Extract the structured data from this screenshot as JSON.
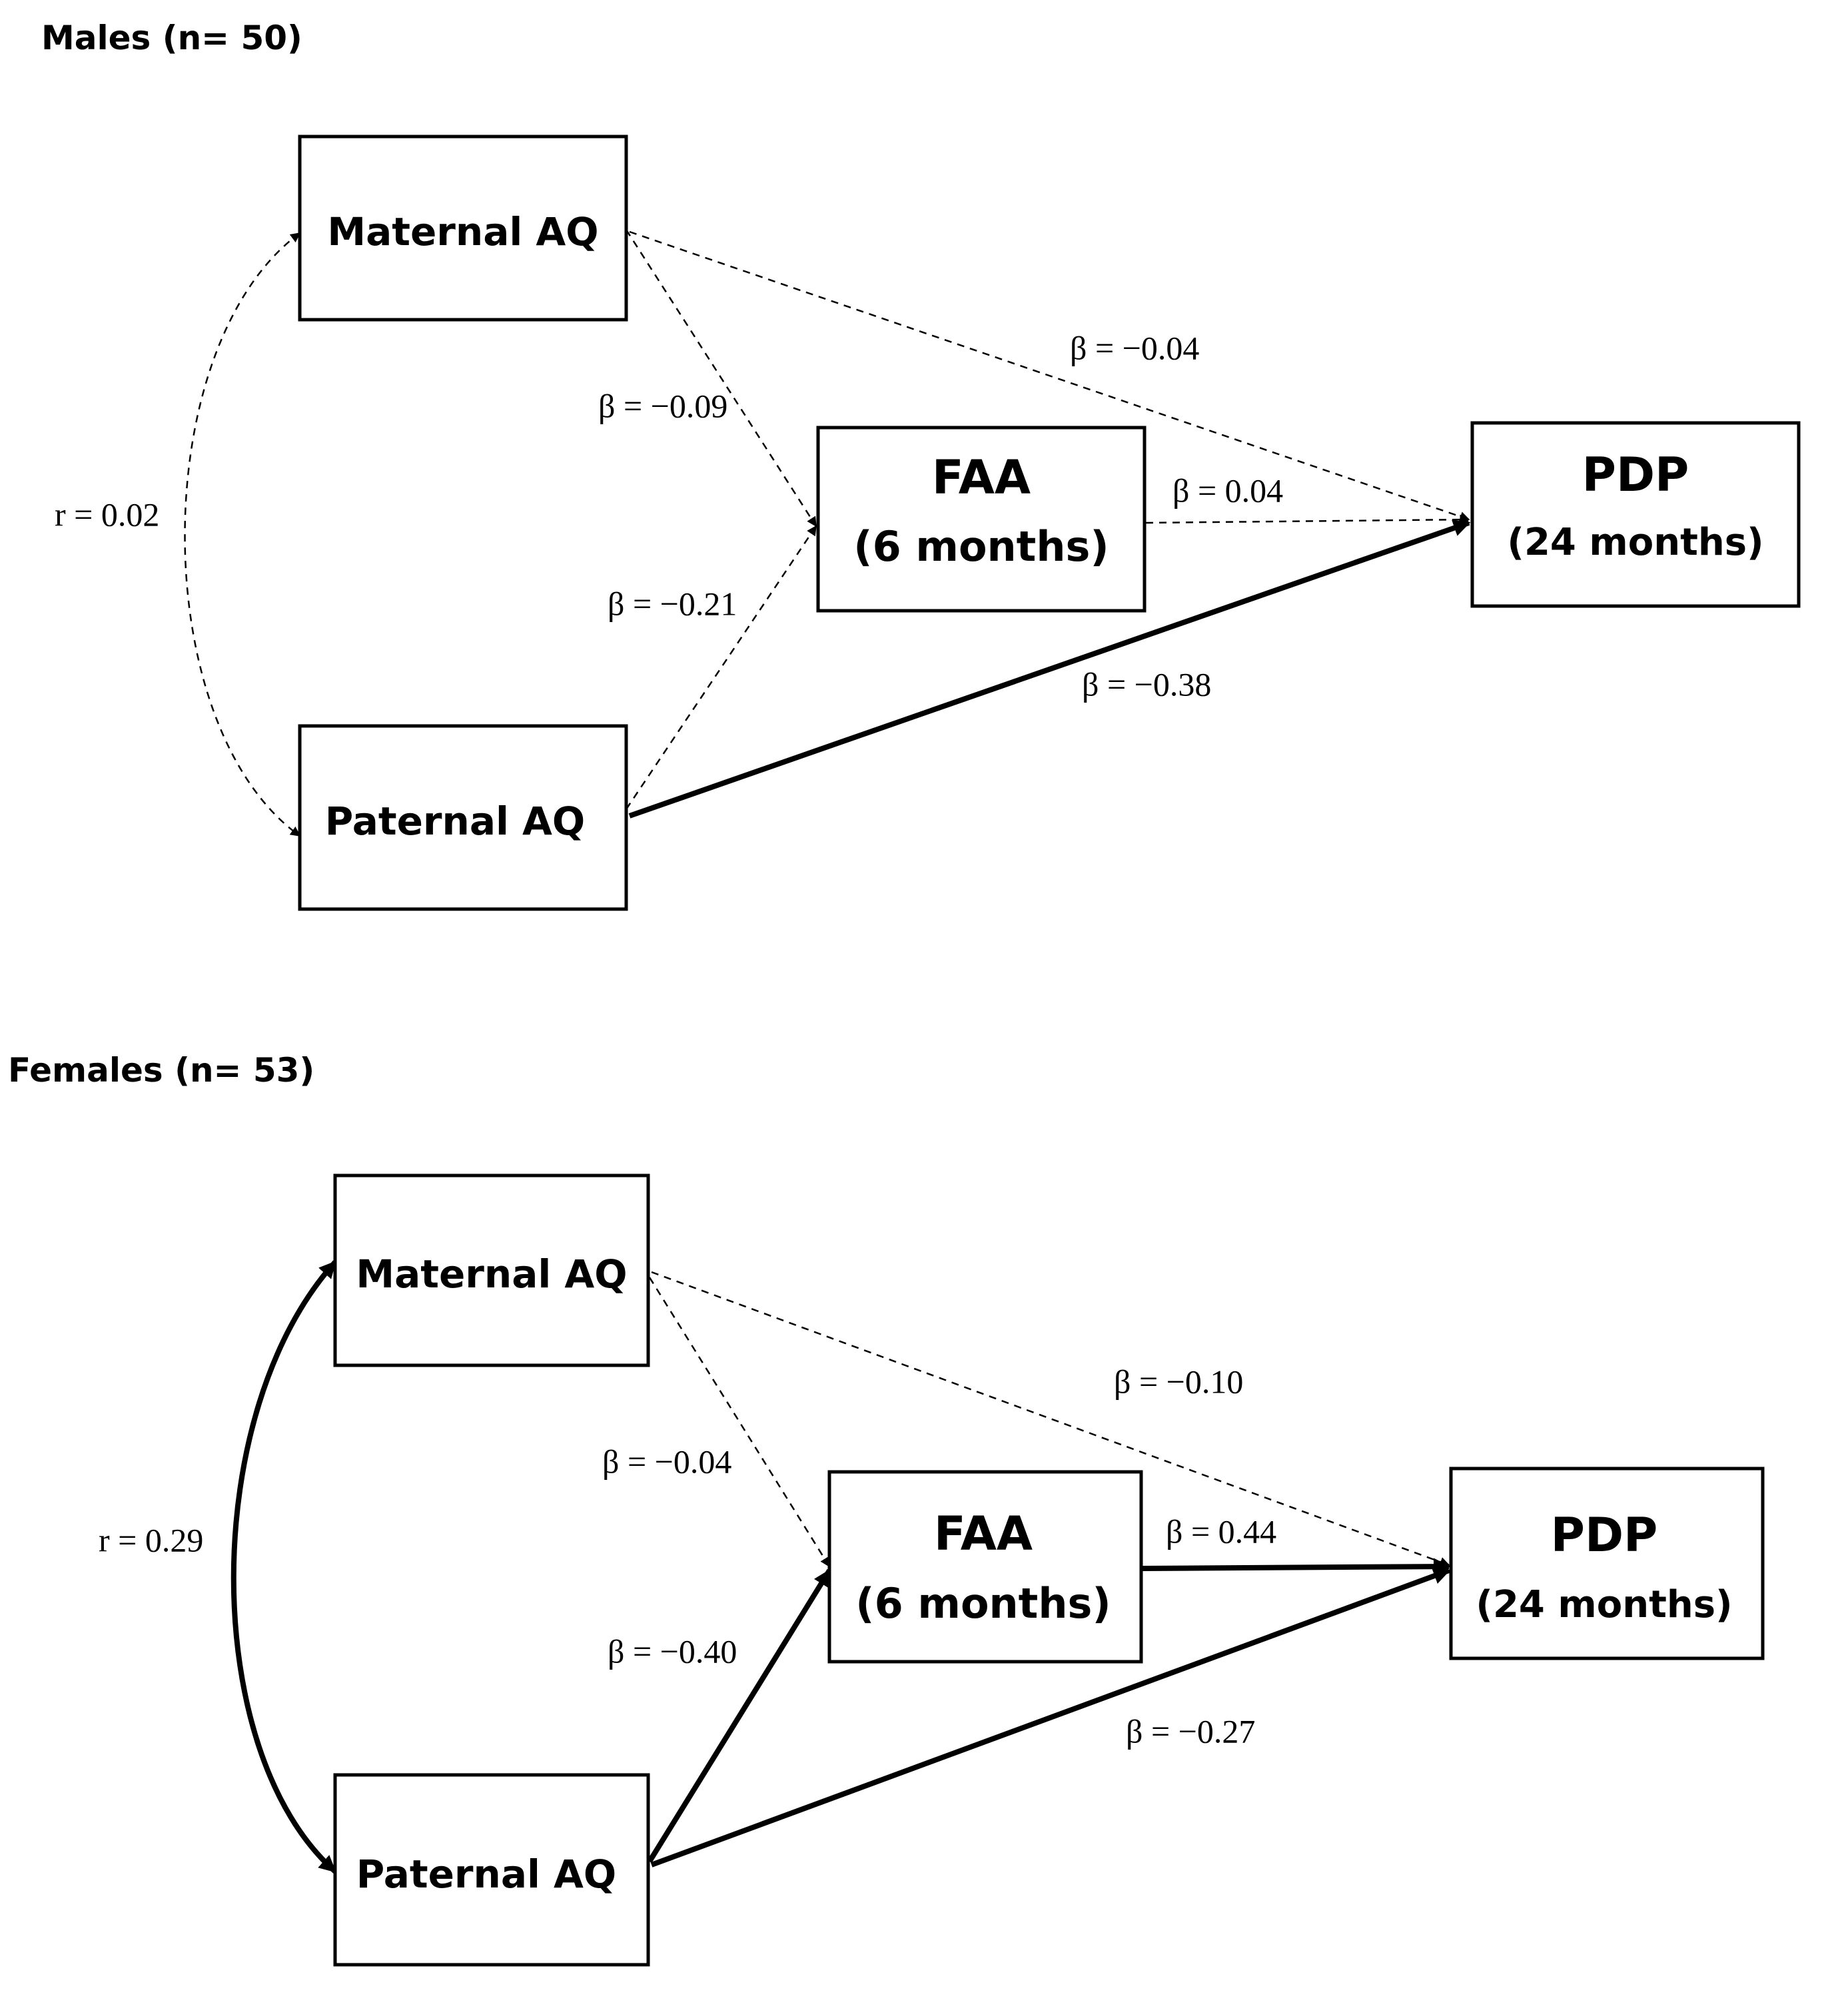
{
  "panels": [
    {
      "title": "Males (n= 50)",
      "nodes": {
        "maternal": {
          "label": "Maternal AQ"
        },
        "paternal": {
          "label": "Paternal AQ"
        },
        "faa": {
          "label": "FAA",
          "sub": "(6 months)"
        },
        "pdp": {
          "label": "PDP",
          "sub": "(24 months)"
        }
      },
      "paths": {
        "correlation": {
          "label": "r = 0.02",
          "significant": false
        },
        "maternal_faa": {
          "label": "β = −0.09",
          "significant": false
        },
        "paternal_faa": {
          "label": "β = −0.21",
          "significant": false
        },
        "maternal_pdp": {
          "label": "β = −0.04",
          "significant": false
        },
        "faa_pdp": {
          "label": "β = 0.04",
          "significant": false
        },
        "paternal_pdp": {
          "label": "β = −0.38",
          "significant": true
        }
      }
    },
    {
      "title": "Females (n= 53)",
      "nodes": {
        "maternal": {
          "label": "Maternal AQ"
        },
        "paternal": {
          "label": "Paternal AQ"
        },
        "faa": {
          "label": "FAA",
          "sub": "(6 months)"
        },
        "pdp": {
          "label": "PDP",
          "sub": "(24 months)"
        }
      },
      "paths": {
        "correlation": {
          "label": "r = 0.29",
          "significant": true
        },
        "maternal_faa": {
          "label": "β = −0.04",
          "significant": false
        },
        "paternal_faa": {
          "label": "β = −0.40",
          "significant": true
        },
        "maternal_pdp": {
          "label": "β = −0.10",
          "significant": false
        },
        "faa_pdp": {
          "label": "β = 0.44",
          "significant": true
        },
        "paternal_pdp": {
          "label": "β = −0.27",
          "significant": true
        }
      }
    }
  ],
  "colors": {
    "line": "#000000",
    "background": "#ffffff"
  }
}
